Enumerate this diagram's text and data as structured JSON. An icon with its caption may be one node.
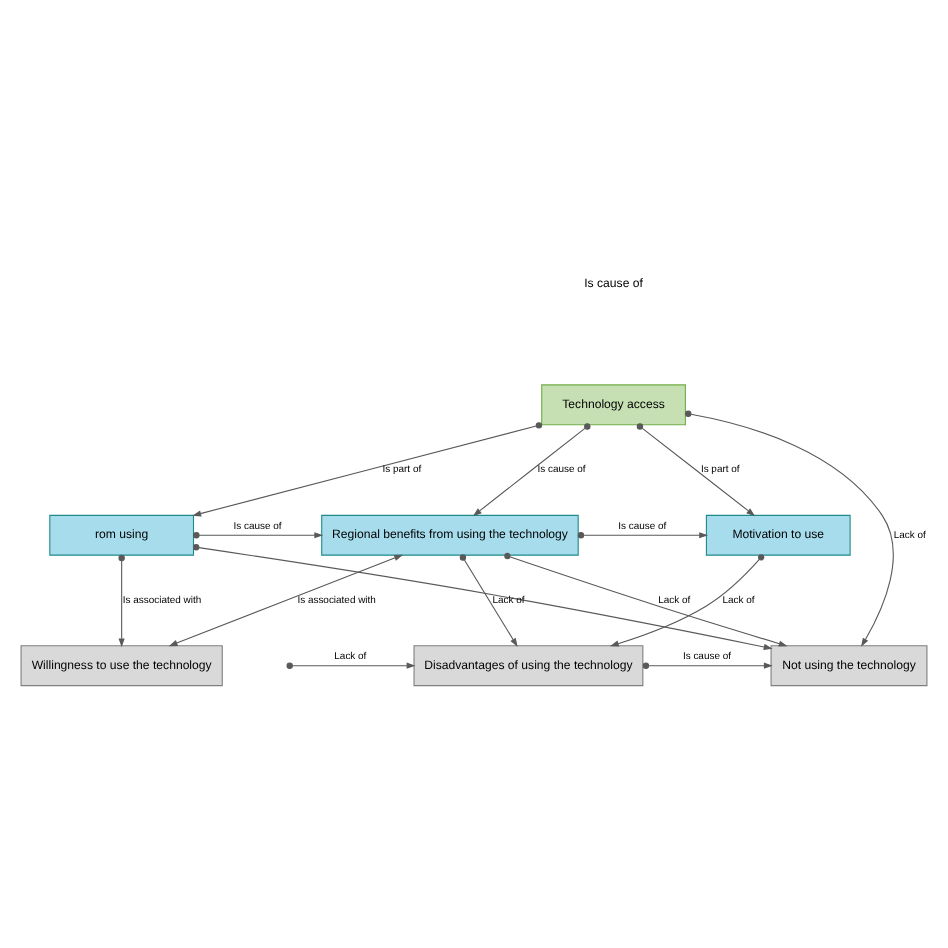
{
  "diagram": {
    "nodes": [
      {
        "text": [
          "Technology access"
        ]
      },
      {
        "text": [
          "rom using"
        ]
      },
      {
        "text": [
          "Regional benefits from using the technology"
        ]
      },
      {
        "text": [
          "Motivation to use"
        ]
      },
      {
        "text": [
          "Willingness to use the technology"
        ]
      },
      {
        "text": [
          "Not using the technology"
        ]
      },
      {
        "text": [
          "Disadvantages of using the technology"
        ]
      }
    ],
    "edges": [
      {
        "from": 0,
        "to": 1,
        "arrow": "to",
        "label": "Is part of"
      },
      {
        "from": 0,
        "to": 5,
        "arrow": "to",
        "label": "Lack of"
      },
      {
        "from": 0,
        "to": 2,
        "arrow": "to",
        "label": "Is cause of"
      },
      {
        "from": 0,
        "to": 3,
        "arrow": "to",
        "label": "Is part of"
      },
      {
        "from": 1,
        "to": 2,
        "arrow": "to",
        "label": "Is cause of"
      },
      {
        "from": 2,
        "to": 5,
        "arrow": "to",
        "label": "Lack of"
      },
      {
        "from": 2,
        "to": 3,
        "arrow": "to",
        "label": "Is cause of"
      },
      {
        "from": 2,
        "to": 6,
        "arrow": "to",
        "label": "Lack of"
      },
      {
        "from": 2,
        "to": 4,
        "arrow": "both",
        "label": "Is associated with"
      },
      {
        "from": 1,
        "to": 5,
        "arrow": "to"
      },
      {
        "from": 1,
        "to": 4,
        "arrow": "to",
        "label": "Is associated with"
      },
      {
        "from": 6,
        "to": 5,
        "arrow": "to",
        "label": "Is cause of"
      },
      {
        "from": 3,
        "to": 6,
        "arrow": "to",
        "label": "Lack of"
      },
      {
        "from": null,
        "to": 6,
        "arrow": "to",
        "label": "Lack of"
      }
    ],
    "labels": [
      "Is cause of"
    ]
  }
}
